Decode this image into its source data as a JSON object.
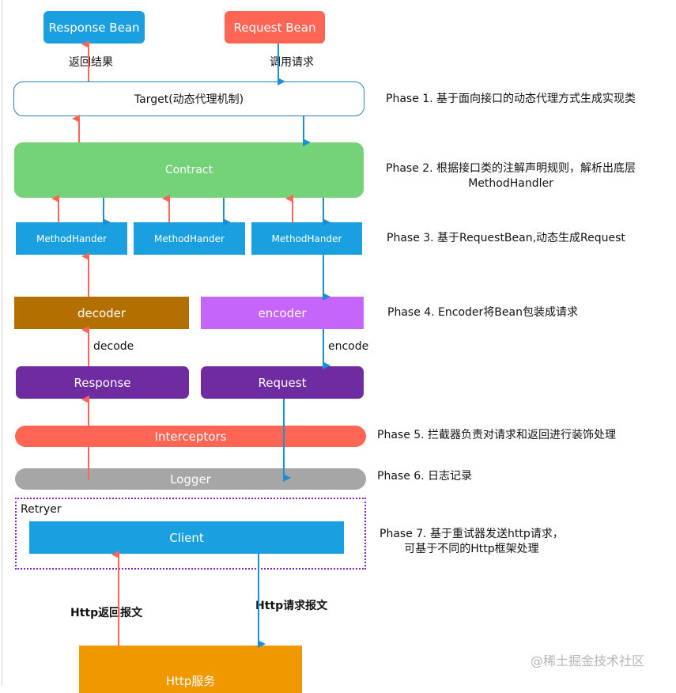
{
  "title": "Feign request/response processing flow",
  "colors": {
    "blue": "#1aa0e0",
    "red": "#ff6555",
    "green": "#74d279",
    "brown": "#b37000",
    "violet": "#c565fa",
    "purple": "#6f2ca1",
    "gray": "#a6a6a6",
    "orange": "#ef9800",
    "retryer_border": "#8a1fc8",
    "target_border": "#2c7fb8"
  },
  "nodes": {
    "response_bean": "Response Bean",
    "request_bean": "Request Bean",
    "target": "Target(动态代理机制)",
    "contract": "Contract",
    "method_handlers": [
      "MethodHander",
      "MethodHander",
      "MethodHander"
    ],
    "decoder": "decoder",
    "encoder": "encoder",
    "response": "Response",
    "request": "Request",
    "interceptors": "Interceptors",
    "logger": "Logger",
    "retryer": "Retryer",
    "client": "Client",
    "http_service": "Http服务"
  },
  "edge_labels": {
    "return_result": "返回结果",
    "invoke_request": "调用请求",
    "decode": "decode",
    "encode": "encode",
    "http_response_message": "Http返回报文",
    "http_request_message": "Http请求报文"
  },
  "phases": [
    {
      "lines": [
        "Phase 1. 基于面向接口的动态代理方式生成实现类"
      ]
    },
    {
      "lines": [
        "Phase 2. 根据接口类的注解声明规则，解析出底层",
        "MethodHandler"
      ]
    },
    {
      "lines": [
        "Phase 3. 基于RequestBean,动态生成Request"
      ]
    },
    {
      "lines": [
        "Phase 4. Encoder将Bean包装成请求"
      ]
    },
    {
      "lines": [
        "Phase 5. 拦截器负责对请求和返回进行装饰处理"
      ]
    },
    {
      "lines": [
        "Phase 6. 日志记录"
      ]
    },
    {
      "lines": [
        "Phase 7. 基于重试器发送http请求，",
        "可基于不同的Http框架处理"
      ]
    }
  ],
  "watermark": "@稀土掘金技术社区"
}
